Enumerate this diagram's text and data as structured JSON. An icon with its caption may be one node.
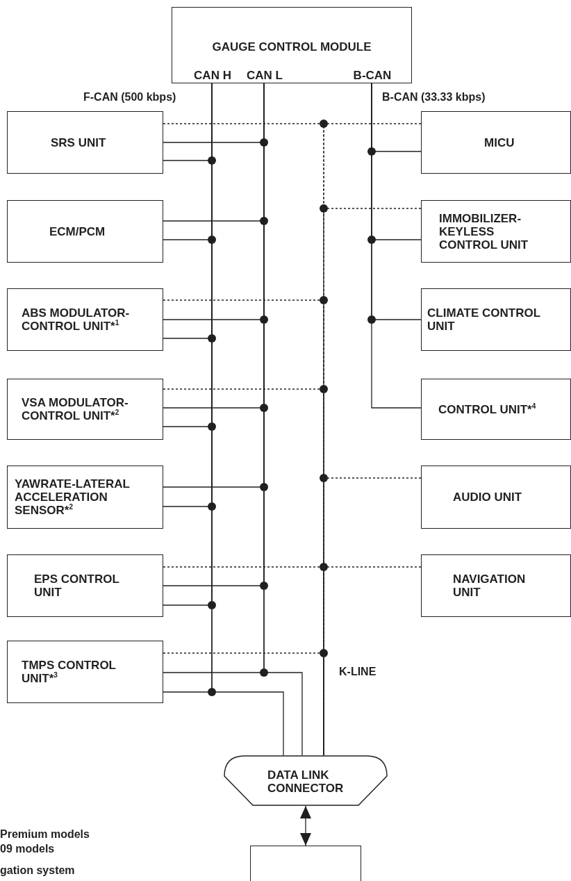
{
  "diagram": {
    "nodes": [
      {
        "text": [
          "GAUGE CONTROL MODULE",
          "CAN H",
          "CAN L",
          "B-CAN"
        ]
      },
      {
        "text": [
          "SRS UNIT"
        ]
      },
      {
        "text": [
          "MICU"
        ]
      },
      {
        "text": [
          "ECM/PCM"
        ]
      },
      {
        "text": [
          "IMMOBILIZER- KEYLESS CONTROL UNIT"
        ]
      },
      {
        "text": [
          "ABS MODULATOR- CONTROL UNIT*$^{1}$"
        ]
      },
      {
        "text": [
          "CLIMATE CONTROL UNIT"
        ]
      },
      {
        "text": [
          "VSA MODULATOR- CONTROL UNIT*$^{2}$"
        ]
      },
      {
        "text": [
          "CONTROL UNIT*$^{4}$"
        ]
      },
      {
        "text": [
          "YAWRATE-LATERAL ACCELERATION SENSOR*$^{2}$"
        ]
      },
      {
        "text": [
          "AUDIO UNIT"
        ]
      },
      {
        "text": [
          "EPS CONTROL UNIT"
        ]
      },
      {
        "text": [
          "NAVIGATION UNIT"
        ]
      },
      {
        "text": [
          "TMPS CONTROL UNIT*$^{3}$"
        ]
      },
      {
        "text": [
          "DATA LINK CONNECTOR"
        ]
      },
      {
        "text": [],
        "shape": "box"
      }
    ],
    "edges": [
      {
        "from": 1,
        "to": 0,
        "arrow": "none"
      },
      {
        "from": 1,
        "to": 0,
        "arrow": "none"
      },
      {
        "from": 3,
        "to": 0,
        "arrow": "none"
      },
      {
        "from": 3,
        "to": 0,
        "arrow": "none"
      },
      {
        "from": 5,
        "to": 0,
        "arrow": "none"
      },
      {
        "from": 5,
        "to": 0,
        "arrow": "none"
      },
      {
        "from": 7,
        "to": 0,
        "arrow": "none"
      },
      {
        "from": 7,
        "to": 0,
        "arrow": "none"
      },
      {
        "from": 9,
        "to": 0,
        "arrow": "none"
      },
      {
        "from": 9,
        "to": 0,
        "arrow": "none"
      },
      {
        "from": 11,
        "to": 0,
        "arrow": "none"
      },
      {
        "from": 11,
        "to": 0,
        "arrow": "none"
      },
      {
        "from": 13,
        "to": 0,
        "arrow": "none"
      },
      {
        "from": 13,
        "to": 0,
        "arrow": "none"
      },
      {
        "from": 0,
        "to": 14,
        "arrow": "none"
      },
      {
        "from": 0,
        "to": 14,
        "arrow": "none"
      },
      {
        "from": 2,
        "to": 0,
        "arrow": "none"
      },
      {
        "from": 4,
        "to": 0,
        "arrow": "none"
      },
      {
        "from": 6,
        "to": 0,
        "arrow": "none"
      },
      {
        "from": 8,
        "to": 0,
        "arrow": "none"
      },
      {
        "from": 1,
        "to": 14,
        "arrow": "none",
        "style": "dashed"
      },
      {
        "from": 2,
        "to": 14,
        "arrow": "none",
        "style": "dashed"
      },
      {
        "from": 4,
        "to": 14,
        "arrow": "none",
        "style": "dashed"
      },
      {
        "from": 5,
        "to": 14,
        "arrow": "none",
        "style": "dashed"
      },
      {
        "from": 7,
        "to": 14,
        "arrow": "none",
        "style": "dashed"
      },
      {
        "from": 10,
        "to": 14,
        "arrow": "none",
        "style": "dashed"
      },
      {
        "from": 11,
        "to": 14,
        "arrow": "none",
        "style": "dashed"
      },
      {
        "from": 12,
        "to": 14,
        "arrow": "none",
        "style": "dashed"
      },
      {
        "from": 13,
        "to": 14,
        "arrow": "none",
        "style": "dashed"
      },
      {
        "from": 14,
        "to": 15,
        "arrow": "both"
      }
    ],
    "labels": [
      "F-CAN (500 kbps)",
      "B-CAN (33.33 kbps)",
      "K-LINE",
      "Premium models",
      "09 models",
      "gation system"
    ]
  }
}
